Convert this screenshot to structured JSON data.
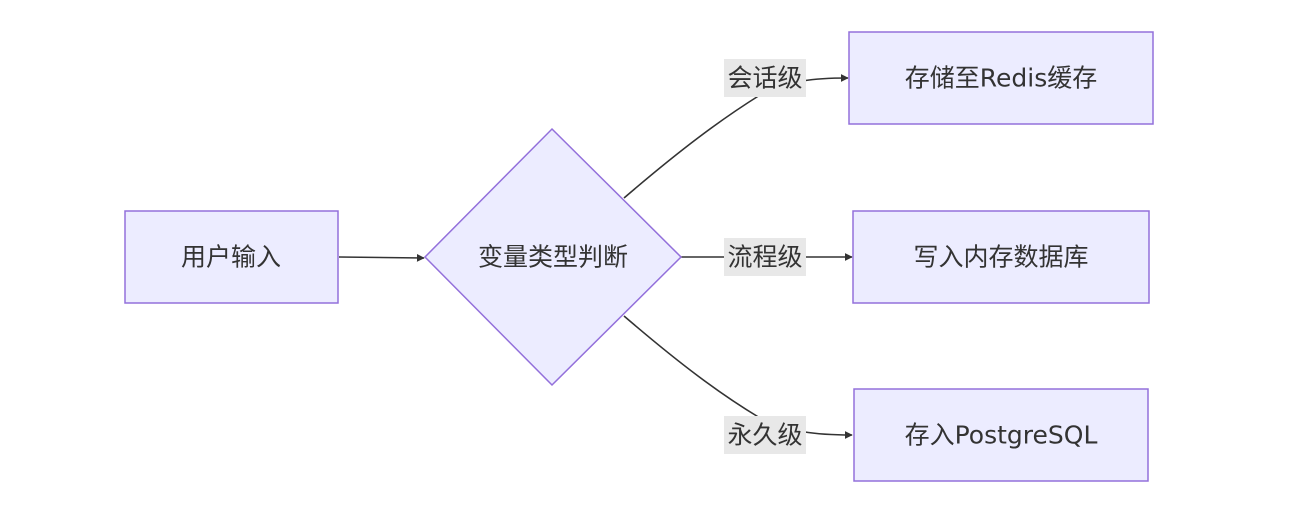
{
  "nodes": {
    "input": {
      "label": "用户输入"
    },
    "decision": {
      "label": "变量类型判断"
    },
    "redis": {
      "label": "存储至Redis缓存"
    },
    "memory": {
      "label": "写入内存数据库"
    },
    "postgres": {
      "label": "存入PostgreSQL"
    }
  },
  "edges": {
    "to_redis": {
      "label": "会话级"
    },
    "to_memory": {
      "label": "流程级"
    },
    "to_postgres": {
      "label": "永久级"
    }
  },
  "colors": {
    "node_fill": "#ECECFF",
    "node_stroke": "#9370DB",
    "edge": "#333333",
    "label_bg": "#E8E8E8"
  }
}
